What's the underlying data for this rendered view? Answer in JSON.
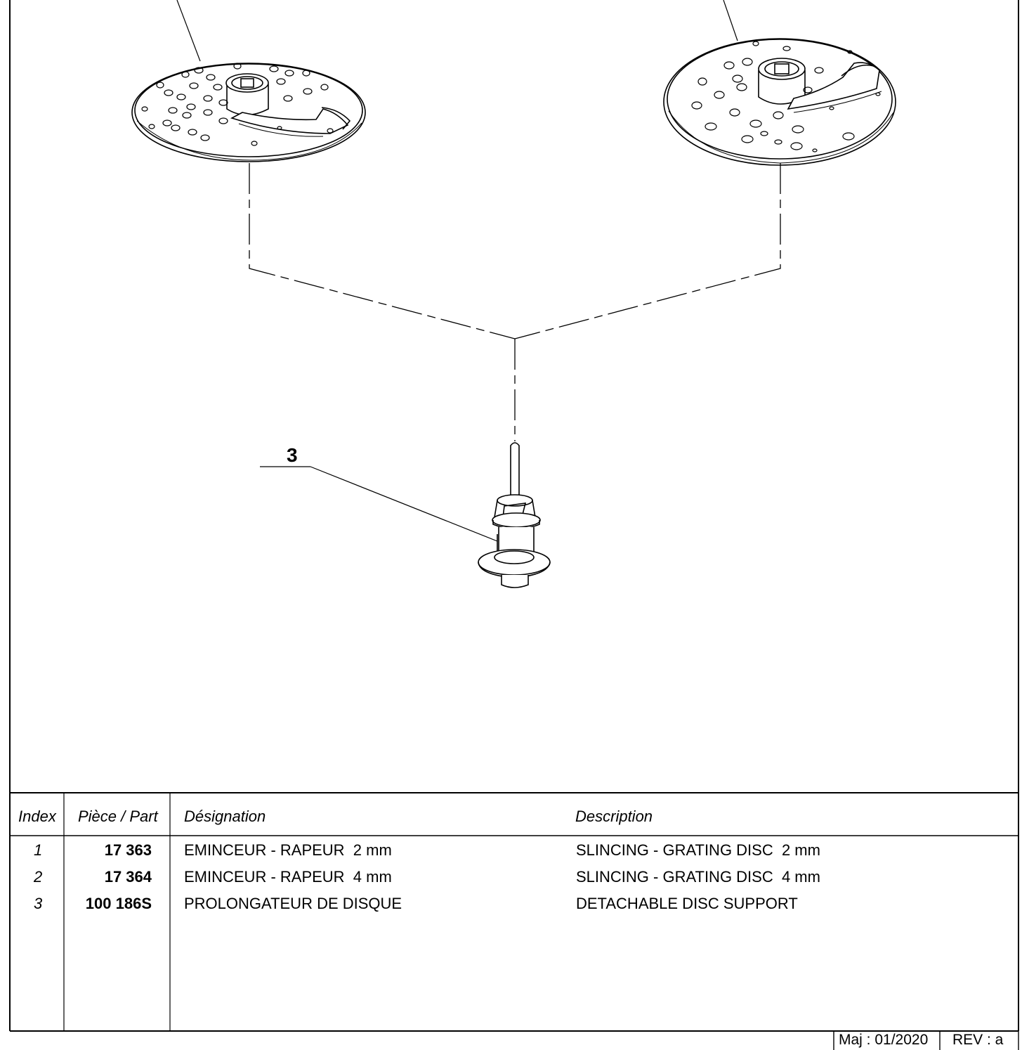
{
  "drawing": {
    "callout_label": "3"
  },
  "parts_table": {
    "headers": {
      "index": "Index",
      "part": "Pièce / Part",
      "designation": "Désignation",
      "description": "Description"
    },
    "rows": [
      {
        "index": "1",
        "part": "17 363",
        "designation": "EMINCEUR - RAPEUR  2 mm",
        "description": "SLINCING - GRATING DISC  2 mm"
      },
      {
        "index": "2",
        "part": "17 364",
        "designation": "EMINCEUR - RAPEUR  4 mm",
        "description": "SLINCING - GRATING DISC  4 mm"
      },
      {
        "index": "3",
        "part": "100 186S",
        "designation": "PROLONGATEUR DE DISQUE",
        "description": "DETACHABLE DISC SUPPORT"
      }
    ]
  },
  "footer": {
    "update": "Maj : 01/2020",
    "revision": "REV : a"
  }
}
